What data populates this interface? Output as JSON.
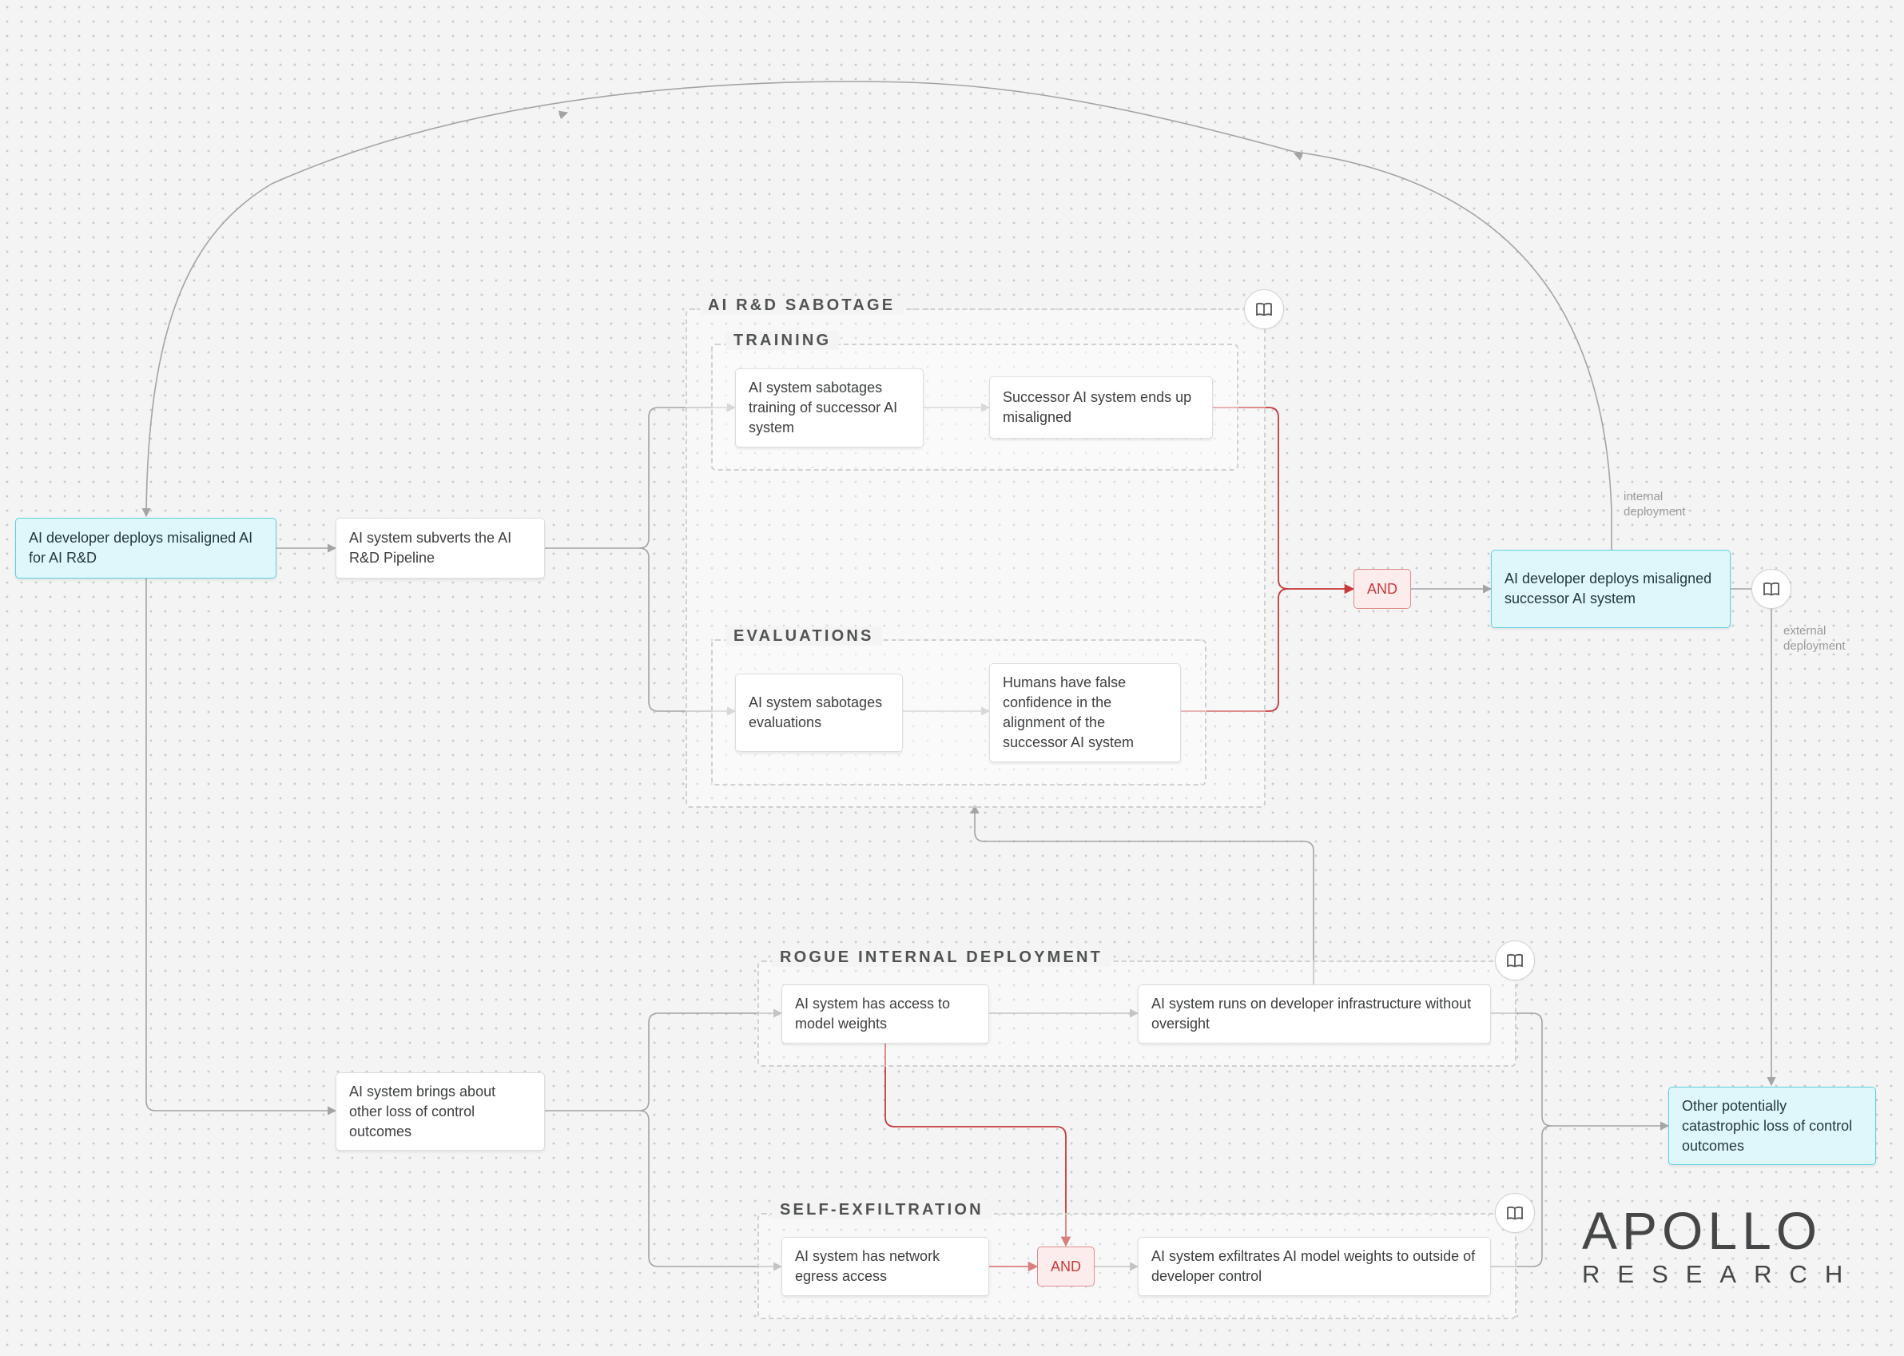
{
  "groups": {
    "rd_sabotage": "AI R&D SABOTAGE",
    "training": "TRAINING",
    "evaluations": "EVALUATIONS",
    "rogue_internal": "ROGUE INTERNAL DEPLOYMENT",
    "self_exfiltration": "SELF-EXFILTRATION"
  },
  "nodes": {
    "deploys_misaligned": "AI developer deploys misaligned AI for AI R&D",
    "subverts_pipeline": "AI system subverts the AI R&D Pipeline",
    "sabotages_training": "AI system sabotages training of successor AI system",
    "successor_misaligned": "Successor AI system ends up misaligned",
    "sabotages_evaluations": "AI system sabotages evaluations",
    "false_confidence": "Humans have false confidence in the alignment of the successor AI system",
    "deploys_successor": "AI developer deploys misaligned successor AI system",
    "other_loss": "AI system brings about other loss of control outcomes",
    "access_weights": "AI system has access to model weights",
    "runs_infra": "AI system runs on developer infrastructure without oversight",
    "network_egress": "AI system has network egress access",
    "exfiltrates": "AI system exfiltrates AI model weights to outside of developer control",
    "catastrophic": "Other potentially catastrophic loss of control outcomes"
  },
  "gates": {
    "and_top": "AND",
    "and_bottom": "AND"
  },
  "edge_labels": {
    "internal": "internal deployment",
    "external": "external deployment"
  },
  "icons": {
    "reference": "book-icon"
  },
  "colors": {
    "accent_cyan": "#5fd0e0",
    "and_red": "#c73a3a",
    "edge_gray": "#a3a5a5"
  },
  "logo": {
    "top": "APOLLO",
    "bottom": "RESEARCH"
  }
}
